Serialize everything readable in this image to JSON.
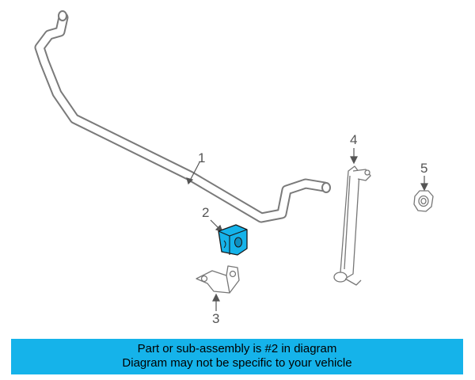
{
  "diagram": {
    "callouts": [
      {
        "number": "1",
        "part": "stabilizer-bar"
      },
      {
        "number": "2",
        "part": "bushing"
      },
      {
        "number": "3",
        "part": "bracket"
      },
      {
        "number": "4",
        "part": "stabilizer-link"
      },
      {
        "number": "5",
        "part": "nut"
      }
    ],
    "highlighted_callout": "2",
    "highlight_color": "#15b3ea",
    "line_color": "#777777"
  },
  "banner": {
    "line1": "Part or sub-assembly is #2 in diagram",
    "line2": "Diagram may not be specific to your vehicle",
    "background": "#15b3ea"
  }
}
